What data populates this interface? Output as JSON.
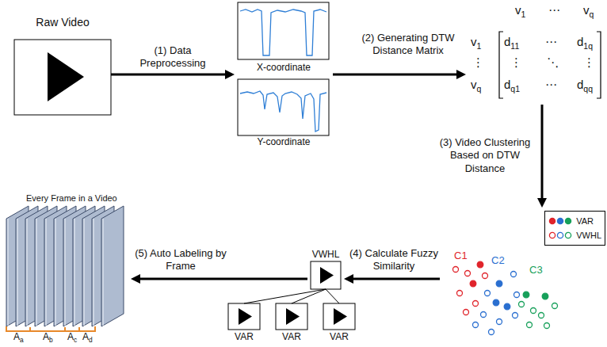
{
  "diagram": {
    "nodes": [
      {
        "text": [
          "Raw Video"
        ]
      },
      {
        "text": [
          "X-coordinate"
        ]
      },
      {
        "text": [
          "Y-coordinate"
        ]
      },
      {
        "text": [
          "v1",
          "⋯",
          "vq",
          "v1",
          "d11",
          "⋯",
          "d1q",
          "⋮",
          "⋮",
          "⋱",
          "⋮",
          "vq",
          "dq1",
          "⋯",
          "dqq"
        ]
      },
      {
        "text": [
          "C1",
          "C2",
          "C3"
        ]
      },
      {
        "text": [
          "VWHL"
        ]
      },
      {
        "text": [
          "VAR"
        ]
      },
      {
        "text": [
          "VAR"
        ]
      },
      {
        "text": [
          "VAR"
        ]
      },
      {
        "text": [
          "Every Frame in a Video",
          "Aa",
          "Ab",
          "Ac",
          "Ad"
        ]
      }
    ],
    "edges": [
      {
        "from": 0,
        "to": 1,
        "arrow": "to",
        "label": "(1) Data Preprocessing"
      },
      {
        "from": 1,
        "to": 3,
        "arrow": "to",
        "label": "(2) Generating DTW Distance Matrix"
      },
      {
        "from": 3,
        "to": 4,
        "arrow": "to",
        "label": "(3) Video Clustering Based on DTW Distance"
      },
      {
        "from": 4,
        "to": 5,
        "arrow": "to",
        "label": "(4) Calculate Fuzzy Similarity"
      },
      {
        "from": 5,
        "to": 6,
        "arrow": "none"
      },
      {
        "from": 5,
        "to": 7,
        "arrow": "none"
      },
      {
        "from": 5,
        "to": 8,
        "arrow": "none"
      },
      {
        "from": 5,
        "to": 9,
        "arrow": "to",
        "label": "(5) Auto Labeling by Frame"
      }
    ],
    "legend": [
      {
        "text": "VAR"
      },
      {
        "text": "VWHL"
      }
    ]
  }
}
